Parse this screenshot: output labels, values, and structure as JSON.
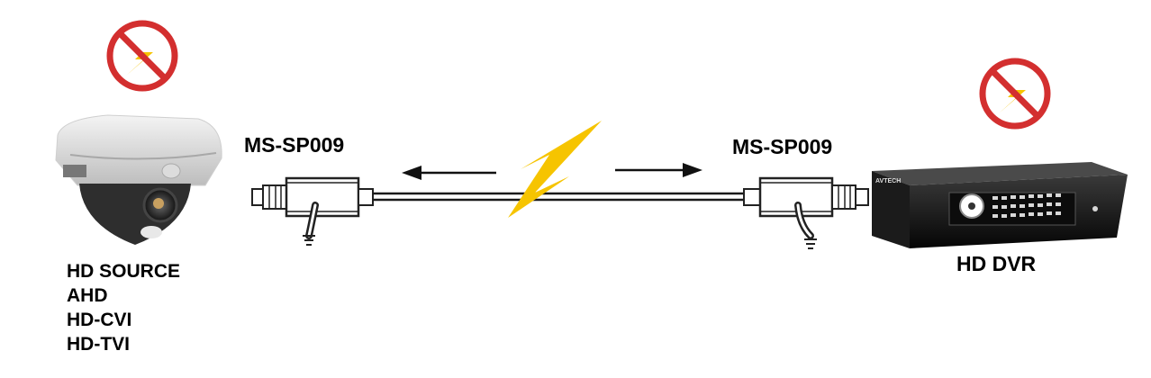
{
  "left_device": {
    "labels": [
      "HD SOURCE",
      "AHD",
      "HD-CVI",
      "HD-TVI"
    ],
    "icon": "dome-camera-icon"
  },
  "right_device": {
    "label": "HD DVR",
    "icon": "dvr-recorder-icon",
    "brand": "AVTECH"
  },
  "protector_left": {
    "label": "MS-SP009",
    "icon": "surge-protector-icon"
  },
  "protector_right": {
    "label": "MS-SP009",
    "icon": "surge-protector-icon"
  },
  "symbols": {
    "no_surge": "no-lightning-icon",
    "surge": "lightning-bolt-icon",
    "arrows": "arrow-icon"
  },
  "colors": {
    "no_sign_red": "#d32f2f",
    "bolt_yellow": "#f6c400",
    "line": "#1a1a1a"
  }
}
